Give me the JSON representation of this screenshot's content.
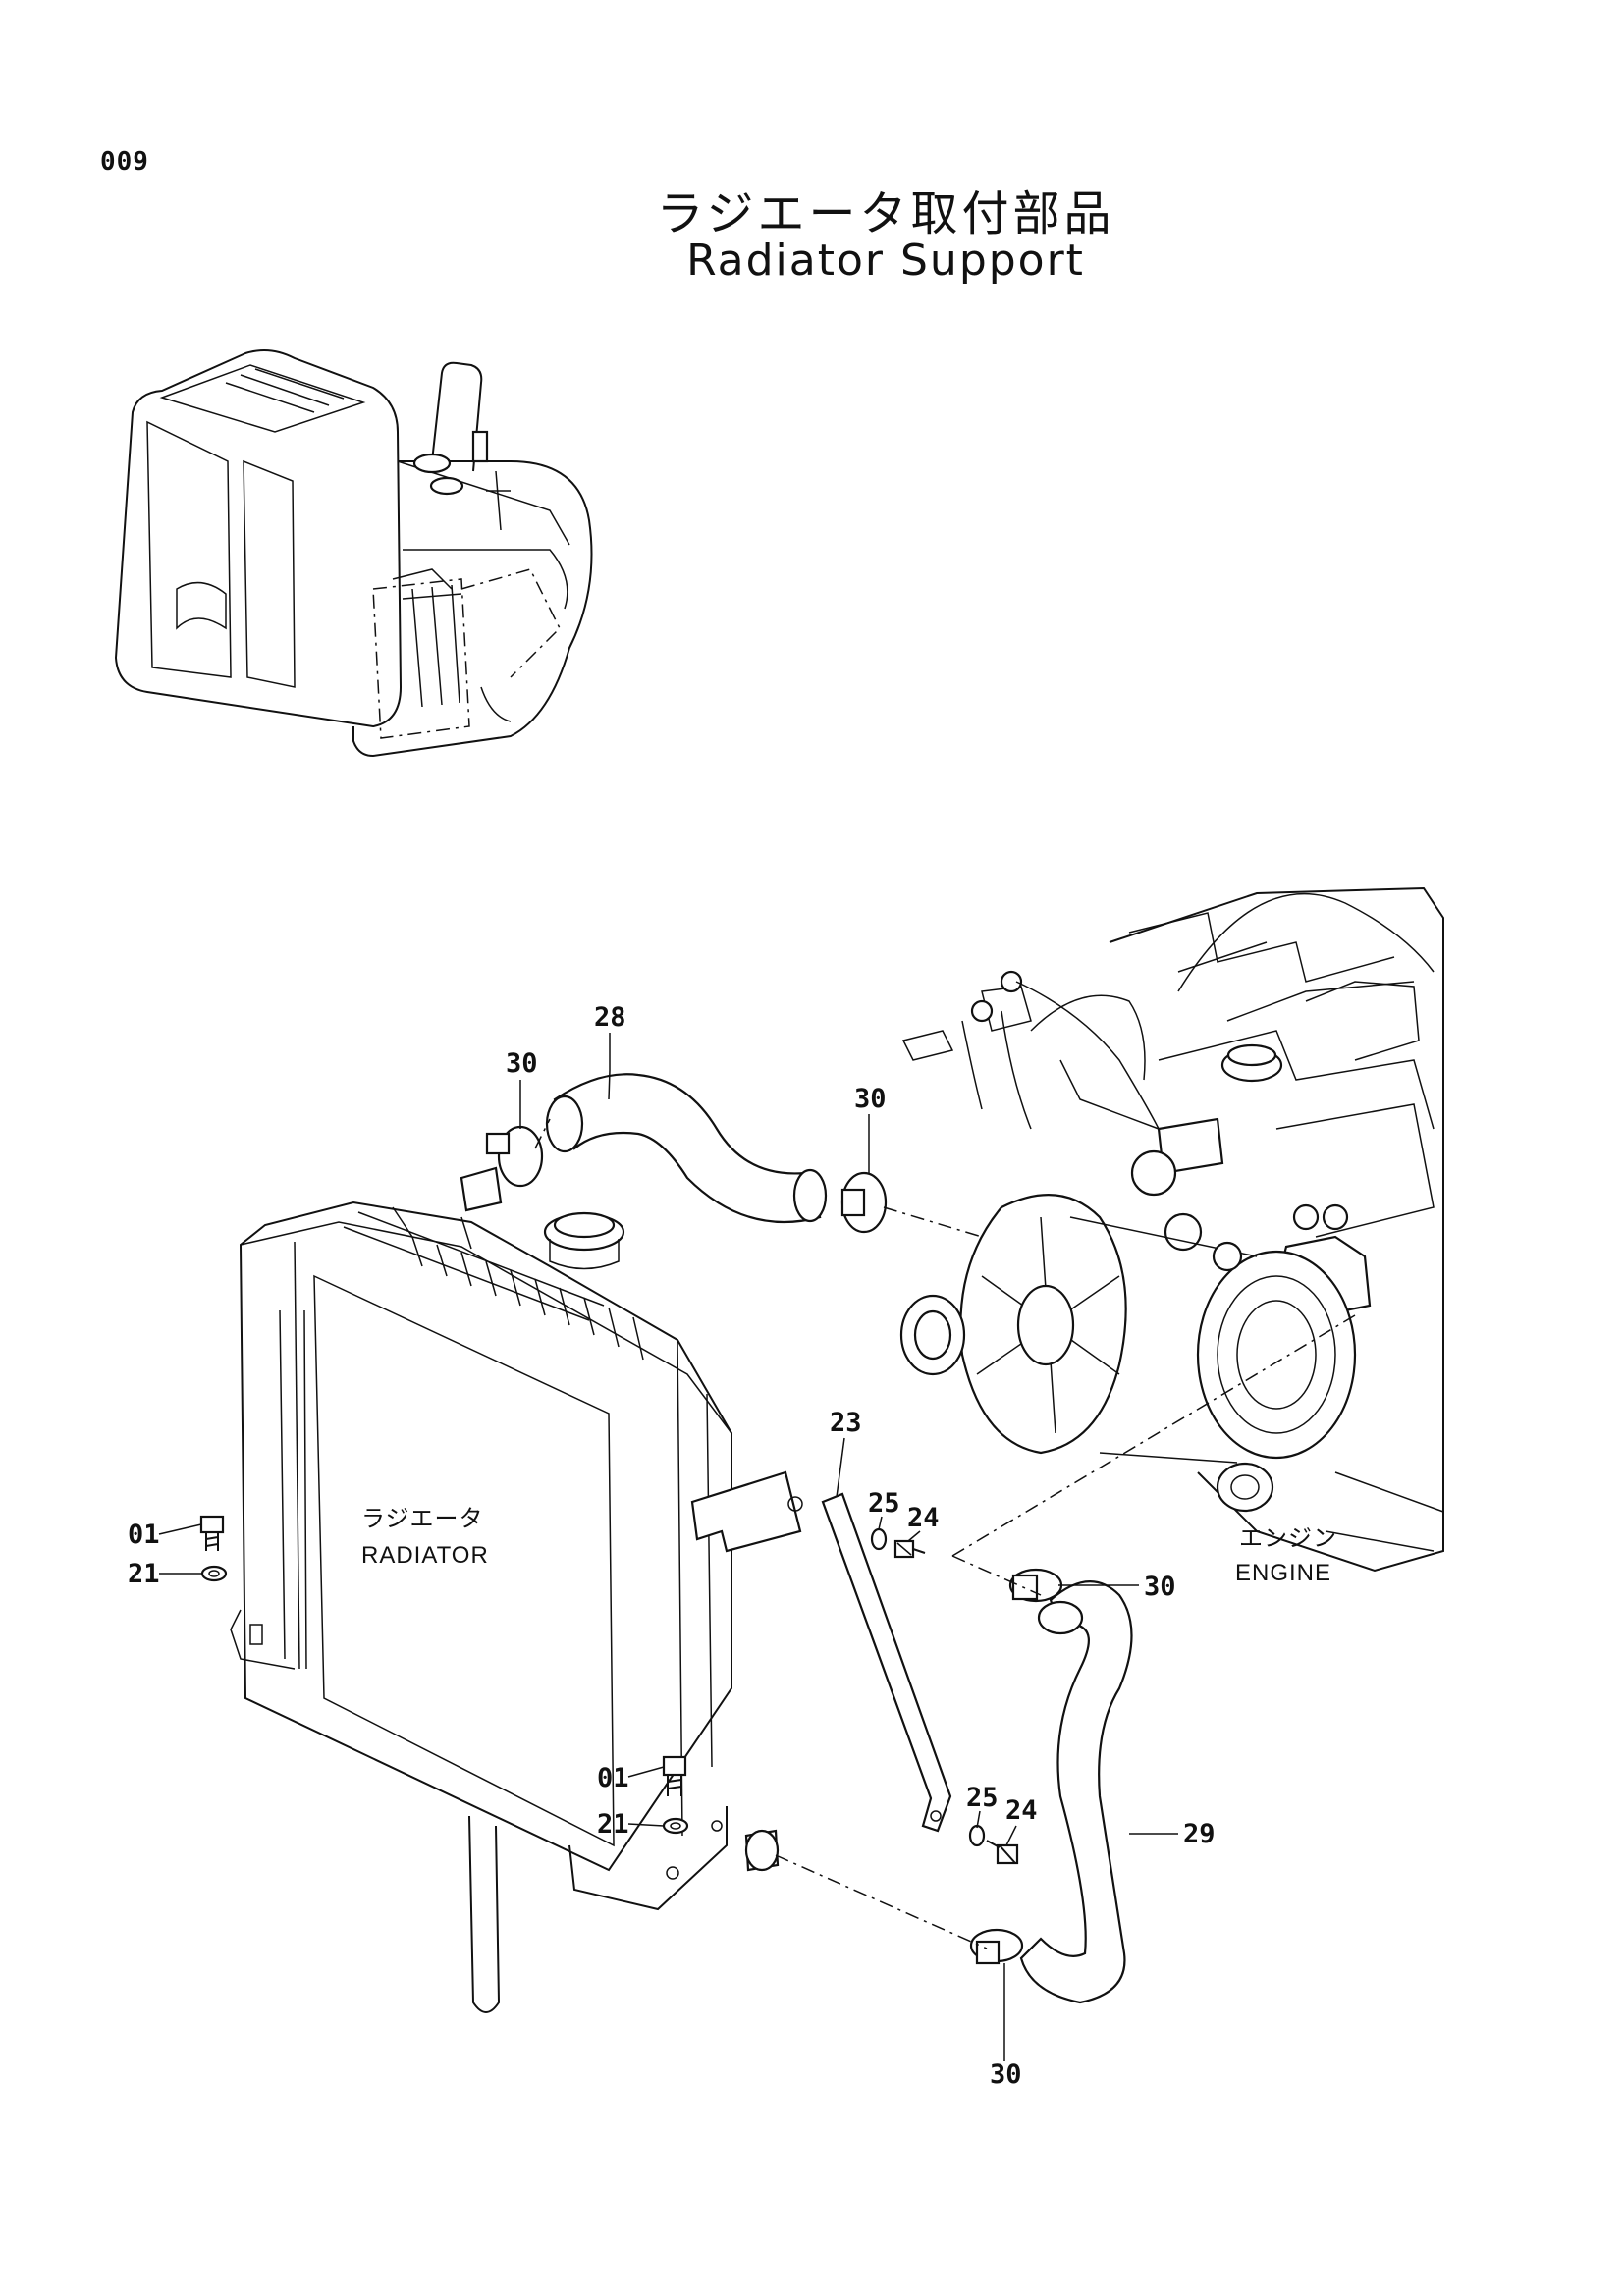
{
  "page": {
    "number": "009"
  },
  "title": {
    "japanese": "ラジエータ取付部品",
    "english": "Radiator Support"
  },
  "labels": {
    "radiator_jp": "ラジエータ",
    "radiator_en": "RADIATOR",
    "engine_jp": "エンジン",
    "engine_en": "ENGINE"
  },
  "callouts": {
    "c28": "28",
    "c30_top_left": "30",
    "c30_top_right": "30",
    "c30_engine": "30",
    "c30_bottom": "30",
    "c29": "29",
    "c23": "23",
    "c25_top": "25",
    "c24_top": "24",
    "c25_bottom": "25",
    "c24_bottom": "24",
    "c01_left": "01",
    "c21_left": "21",
    "c01_bottom": "01",
    "c21_bottom": "21"
  }
}
